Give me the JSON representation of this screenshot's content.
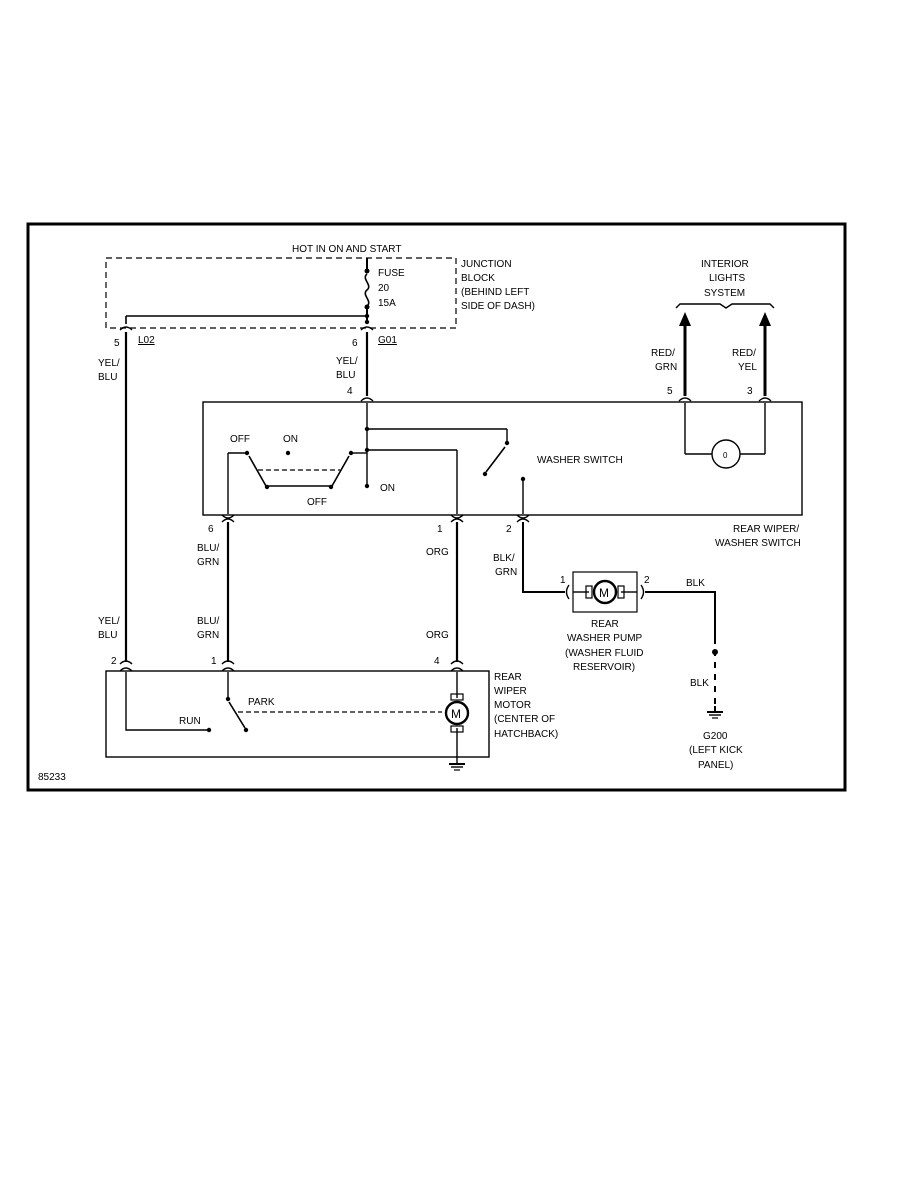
{
  "figure_id": "85233",
  "junction_block": {
    "hot_label": "HOT IN ON AND START",
    "name_lines": [
      "JUNCTION",
      "BLOCK",
      "(BEHIND LEFT",
      "SIDE OF DASH)"
    ],
    "fuse_lines": [
      "FUSE",
      "20",
      "15A"
    ]
  },
  "splices": {
    "left": "L02",
    "right": "G01"
  },
  "interior_lights": {
    "name_lines": [
      "INTERIOR",
      "LIGHTS",
      "SYSTEM"
    ],
    "wire_left": [
      "RED/",
      "GRN"
    ],
    "wire_right": [
      "RED/",
      "YEL"
    ],
    "pin_left": "5",
    "pin_right": "3"
  },
  "switch": {
    "name_lines": [
      "REAR WIPER/",
      "WASHER SWITCH"
    ],
    "washer_label": "WASHER SWITCH",
    "off_top": "OFF",
    "on_top": "ON",
    "off_bottom": "OFF",
    "on_mid": "ON",
    "pin_top": "4",
    "pin_6": "6",
    "pin_1": "1",
    "pin_2": "2"
  },
  "wires": {
    "yel_blu": [
      "YEL/",
      "BLU"
    ],
    "blu_grn": [
      "BLU/",
      "GRN"
    ],
    "org": "ORG",
    "blk_grn": [
      "BLK/",
      "GRN"
    ],
    "blk": "BLK"
  },
  "pins": {
    "jb_left": "5",
    "jb_right": "6",
    "motor_2": "2",
    "motor_1": "1",
    "motor_4": "4",
    "pump_1": "1",
    "pump_2": "2"
  },
  "pump": {
    "motor_symbol": "M",
    "name_lines": [
      "REAR",
      "WASHER PUMP",
      "(WASHER FLUID",
      "RESERVOIR)"
    ]
  },
  "motor": {
    "motor_symbol": "M",
    "name_lines": [
      "REAR",
      "WIPER",
      "MOTOR",
      "(CENTER OF",
      "HATCHBACK)"
    ],
    "park": "PARK",
    "run": "RUN"
  },
  "ground": {
    "name_lines": [
      "G200",
      "(LEFT KICK",
      "PANEL)"
    ]
  },
  "lamp_symbol": "0",
  "colors": {
    "line": "#000000",
    "background": "#ffffff"
  }
}
